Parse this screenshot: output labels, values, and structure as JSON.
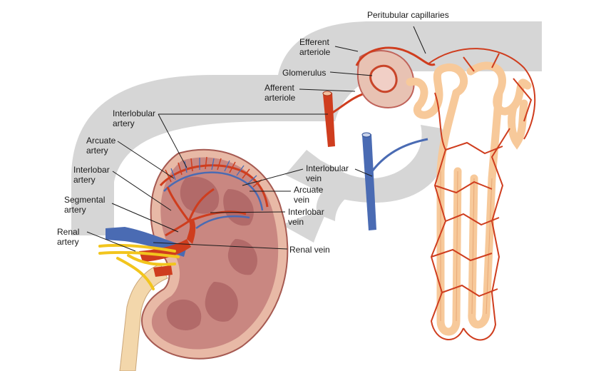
{
  "colors": {
    "flow_arrow": "#d3d3d3",
    "artery": "#cf3d1e",
    "vein": "#4a6bb3",
    "tubule": "#f7c99a",
    "kidney": "#c4787a",
    "ureter": "#f3d7ab",
    "nerve": "#f2c51d"
  },
  "labels": {
    "peritubular": "Peritubular capillaries",
    "efferent": "Efferent\narteriole",
    "glomerulus": "Glomerulus",
    "afferent": "Afferent\narteriole",
    "interlobular_artery": "Interlobular\nartery",
    "arcuate_artery": "Arcuate\nartery",
    "interlobar_artery": "Interlobar\nartery",
    "segmental_artery": "Segmental\nartery",
    "renal_artery": "Renal\nartery",
    "interlobular_vein": "Interlobular\nvein",
    "arcuate_vein": "Arcuate\nvein",
    "interlobar_vein": "Interlobar\nvein",
    "renal_vein": "Renal vein"
  }
}
